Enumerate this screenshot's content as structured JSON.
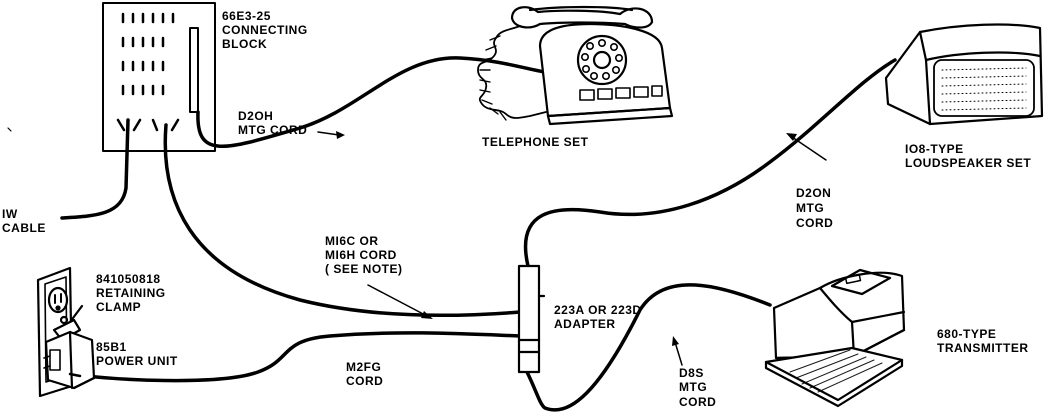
{
  "labels": {
    "connecting_block": [
      "66E3-25",
      "CONNECTING",
      "BLOCK"
    ],
    "d20h_cord": [
      "D2OH",
      "MTG CORD"
    ],
    "telephone_set": [
      "TELEPHONE SET"
    ],
    "loudspeaker_set": [
      "IO8-TYPE",
      "LOUDSPEAKER SET"
    ],
    "d20n_cord": [
      "D2ON",
      "MTG",
      "CORD"
    ],
    "iw_cable": [
      "IW",
      "CABLE"
    ],
    "m16c_cord": [
      "MI6C OR",
      "MI6H CORD",
      "( SEE NOTE)"
    ],
    "retaining_clamp": [
      "841050818",
      "RETAINING",
      "CLAMP"
    ],
    "power_unit": [
      "85B1",
      "POWER UNIT"
    ],
    "adapter": [
      "223A OR 223D",
      "ADAPTER"
    ],
    "transmitter": [
      "680-TYPE",
      "TRANSMITTER"
    ],
    "m2fg_cord": [
      "M2FG",
      "CORD"
    ],
    "d8s_cord": [
      "D8S",
      "MTG",
      "CORD"
    ]
  }
}
